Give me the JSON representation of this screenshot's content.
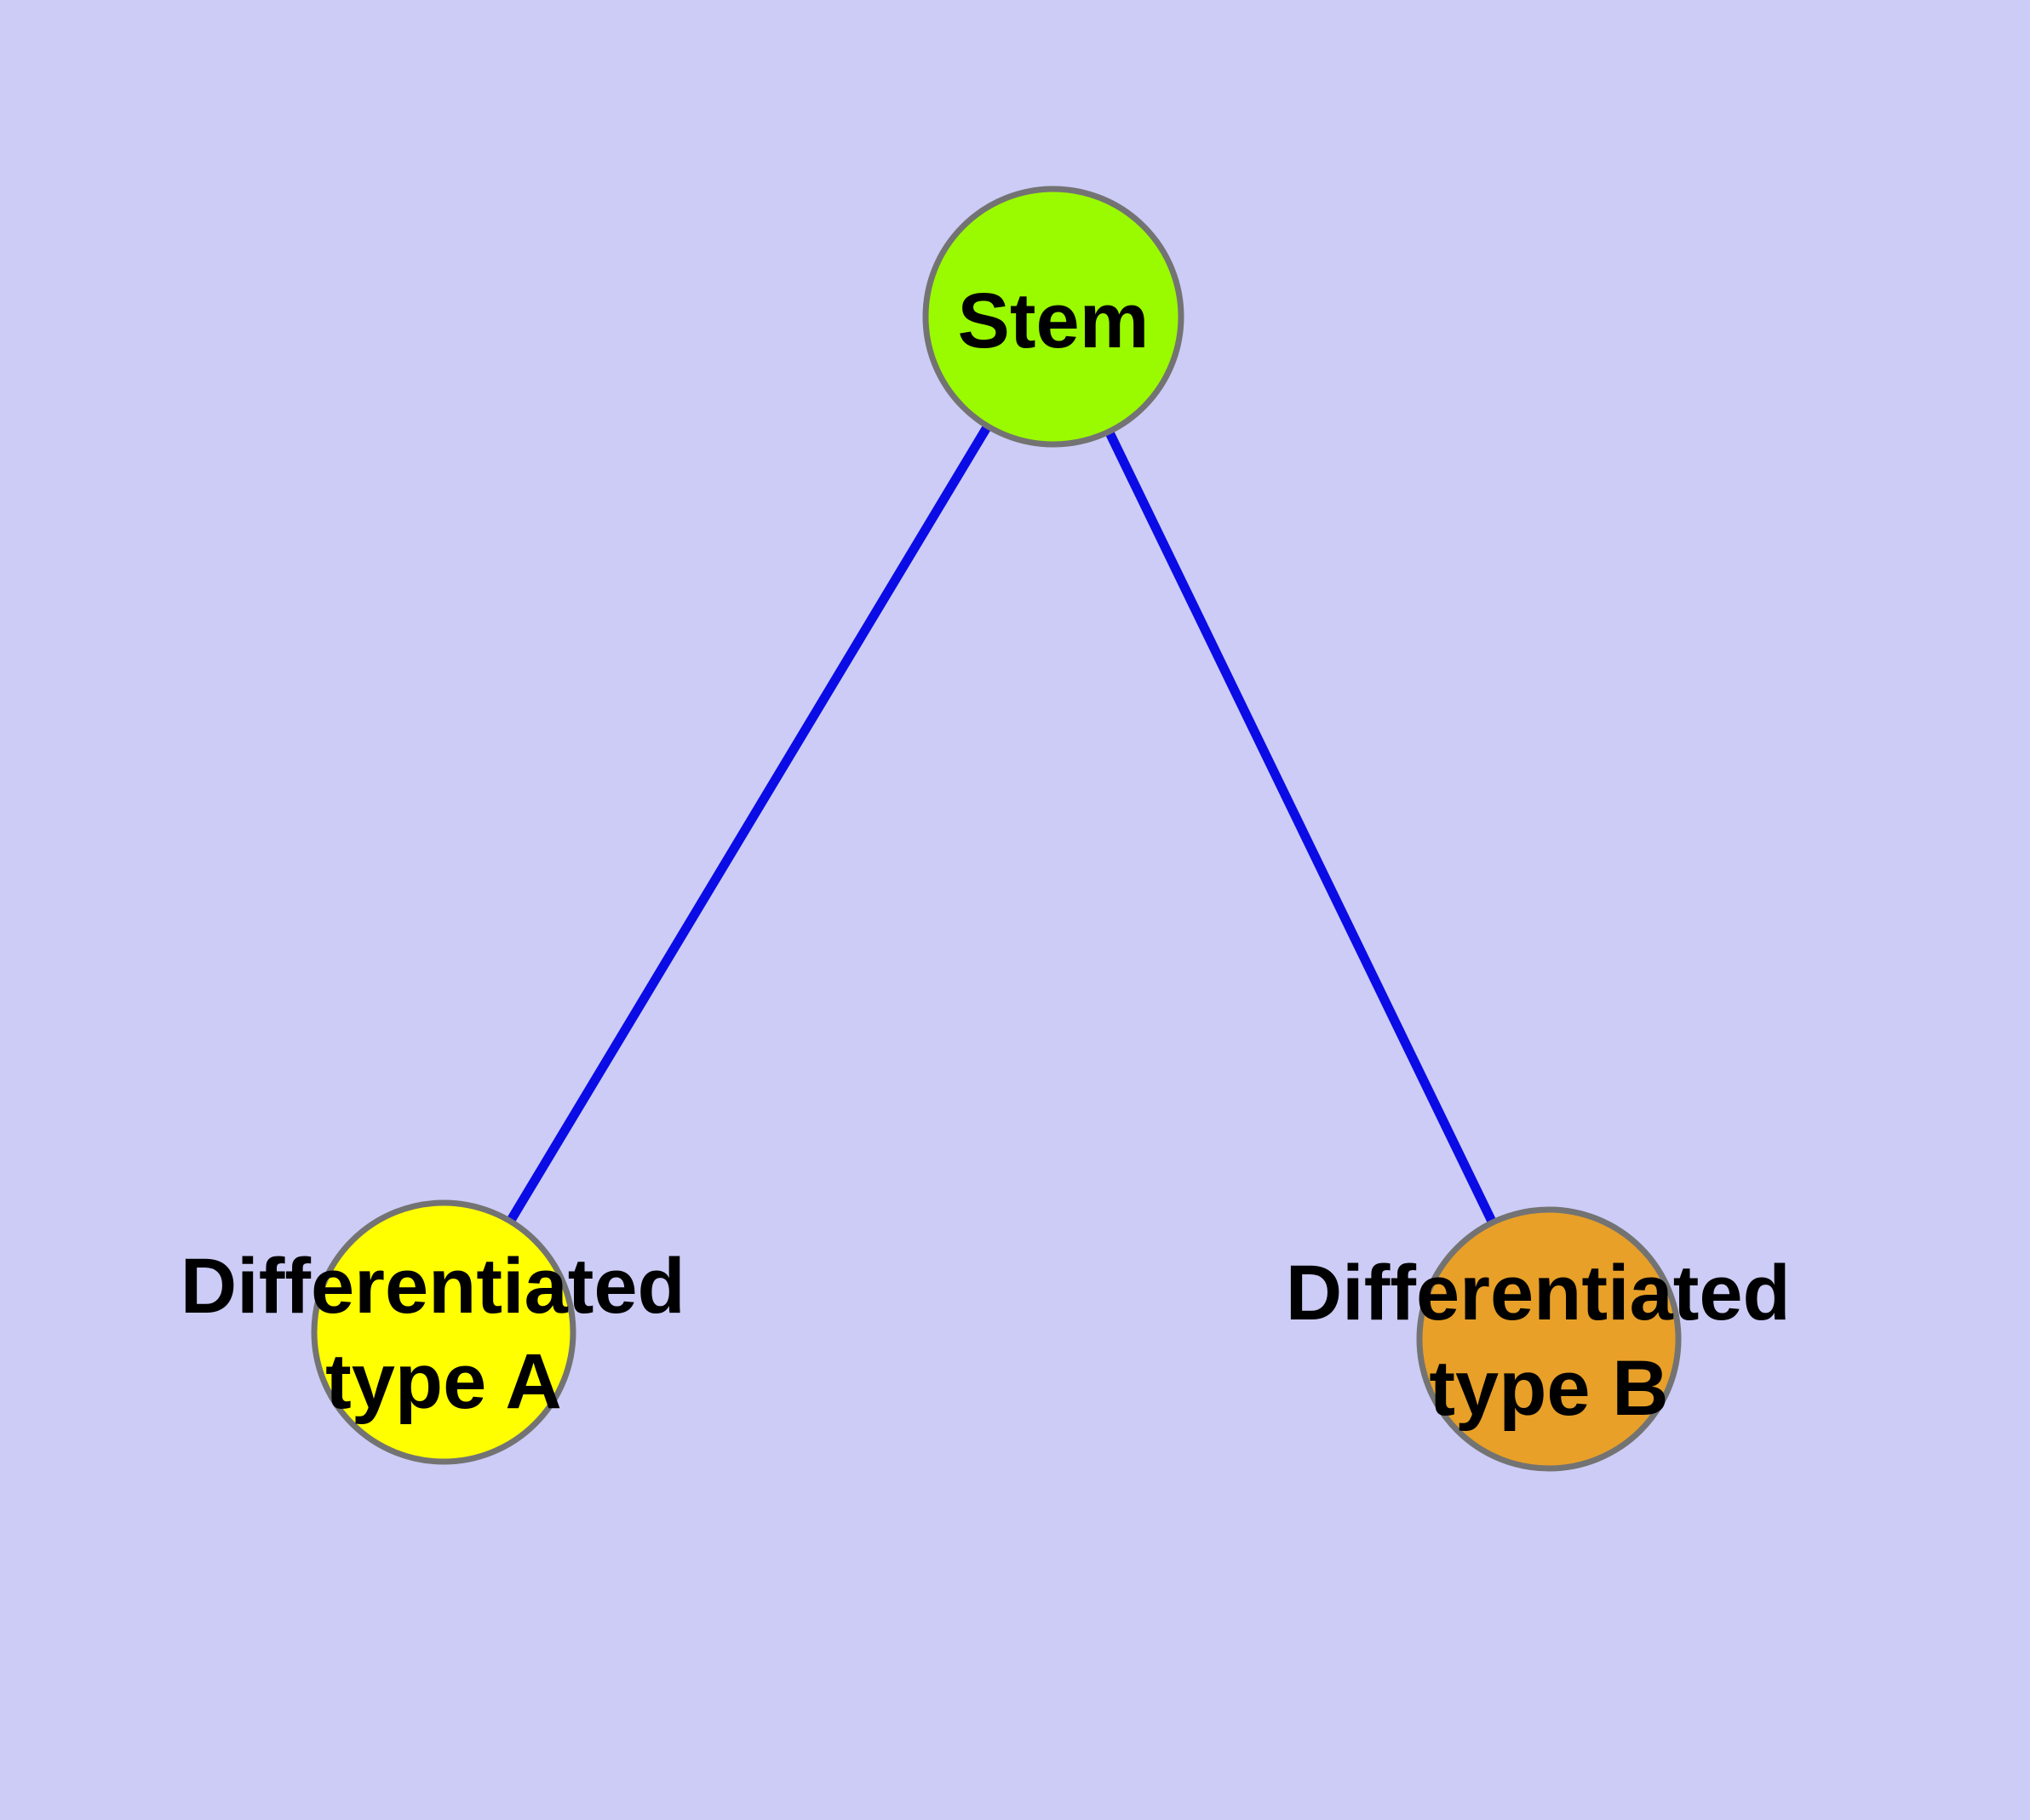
{
  "diagram": {
    "type": "graph",
    "background_color": "#CCCCF6",
    "edge_color": "#0B0BE6",
    "node_border_color": "#737373",
    "nodes": [
      {
        "id": "stem",
        "label": "Stem",
        "lines": [
          "Stem"
        ],
        "color": "#9AFA00"
      },
      {
        "id": "differentiated-type-a",
        "label": "Differentiated type A",
        "lines": [
          "Differentiated",
          "type A"
        ],
        "color": "#FFFF00"
      },
      {
        "id": "differentiated-type-b",
        "label": "Differentiated type B",
        "lines": [
          "Differentiated",
          "type B"
        ],
        "color": "#E8A028"
      }
    ],
    "edges": [
      {
        "from": "Stem",
        "to": "Differentiated type A"
      },
      {
        "from": "Stem",
        "to": "Differentiated type B"
      }
    ]
  }
}
